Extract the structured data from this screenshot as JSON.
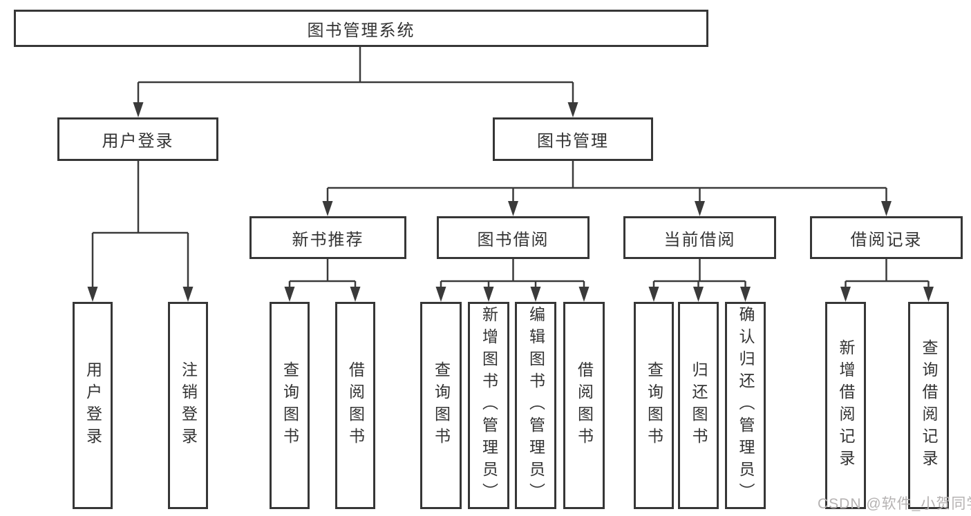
{
  "title": "图书管理系统",
  "colors": {
    "background": "#ffffff",
    "box_border": "#363636",
    "line": "#3a3a3a",
    "text": "#333333",
    "watermark": "#b5b2b2"
  },
  "nodes": {
    "root": "图书管理系统",
    "level2": [
      "用户登录",
      "图书管理"
    ],
    "level3": [
      "新书推荐",
      "图书借阅",
      "当前借阅",
      "借阅记录"
    ],
    "user_login_children": [
      "用户登录",
      "注销登录"
    ],
    "new_book_children": [
      "查询图书",
      "借阅图书"
    ],
    "book_borrow_children": [
      "查询图书",
      "新增图书（管理员）",
      "编辑图书（管理员）",
      "借阅图书"
    ],
    "current_borrow_children": [
      "查询图书",
      "归还图书",
      "确认归还（管理员）"
    ],
    "borrow_record_children": [
      "新增借阅记录",
      "查询借阅记录"
    ]
  },
  "watermark": "CSDN @软件_小贺同学"
}
